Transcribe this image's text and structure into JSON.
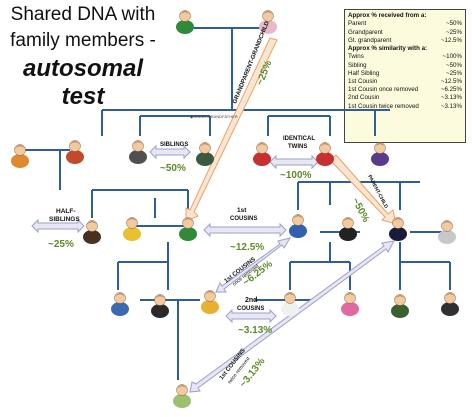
{
  "title": {
    "line1": "Shared DNA with",
    "line2": "family members -",
    "line3": "autosomal test"
  },
  "legend": {
    "received_header": "Approx % received from a:",
    "received": [
      {
        "label": "Parent",
        "value": "~50%"
      },
      {
        "label": "Grandparent",
        "value": "~25%"
      },
      {
        "label": "Gt. grandparent",
        "value": "~12.5%"
      }
    ],
    "similarity_header": "Approx % similarity with a:",
    "similarity": [
      {
        "label": "Twins",
        "value": "~100%"
      },
      {
        "label": "Sibling",
        "value": "~50%"
      },
      {
        "label": "Half Sibling",
        "value": "~25%"
      },
      {
        "label": "1st Cousin",
        "value": "~12.5%"
      },
      {
        "label": "1st Cousin once removed",
        "value": "~6.25%"
      },
      {
        "label": "2nd Cousin",
        "value": "~3.13%"
      },
      {
        "label": "1st Cousin twice removed",
        "value": "~3.13%"
      }
    ]
  },
  "relations": {
    "grandparent": {
      "label": "GRANDPARENT-GRANDCHILD",
      "value": "~25%"
    },
    "gg_small": "◆GREAT-GRANDFATHER",
    "siblings": {
      "label": "SIBLINGS",
      "value": "~50%"
    },
    "twins": {
      "label1": "IDENTICAL",
      "label2": "TWINS",
      "value": "~100%"
    },
    "parent_child": {
      "label": "PARENT-CHILD",
      "value": "~50%"
    },
    "half_siblings": {
      "label1": "HALF-",
      "label2": "SIBLINGS",
      "value": "~25%"
    },
    "first_cousins": {
      "label1": "1st",
      "label2": "COUSINS",
      "value": "~12.5%"
    },
    "once_removed": {
      "label1": "1st COUSINS",
      "label2": "once removed",
      "value": "~6.25%"
    },
    "second_cousins": {
      "label1": "2nd",
      "label2": "COUSINS",
      "value": "~3.13%"
    },
    "twice_removed": {
      "label1": "1st COUSINS",
      "label2": "twice removed",
      "value": "~3.13%"
    }
  },
  "colors": {
    "tree_line": "#2e5d9a",
    "value_green": "#5c8a2a",
    "arrow_fill": "#f8e6d2",
    "arrow_orange": "#f0a060",
    "arrow_lavender": "#e9e6f4",
    "arrow_lav_stroke": "#9aa0c8",
    "legend_bg": "#fcfbdd"
  },
  "people_icons": [
    "woman-icon",
    "man-icon",
    "boy-icon",
    "grandfather-icon",
    "grandmother-icon",
    "graduate-icon",
    "nurse-icon",
    "chef-icon",
    "pilot-icon",
    "businessman-icon",
    "doctor-icon",
    "painter-icon",
    "baby-icon"
  ]
}
